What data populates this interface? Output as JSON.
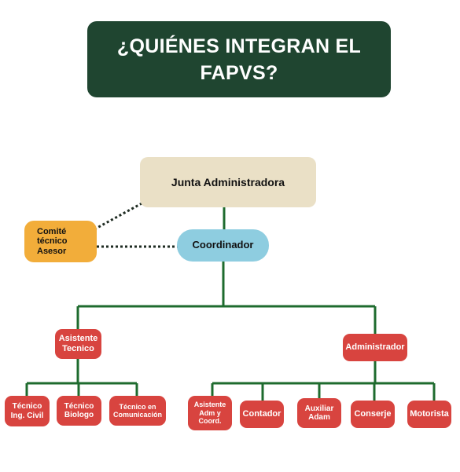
{
  "title": "¿QUIÉNES INTEGRAN EL\nFAPVS?",
  "colors": {
    "title_bg": "#1f4530",
    "line": "#1e6b2e",
    "junta_bg": "#eae0c6",
    "coordinador_bg": "#8ecde0",
    "comite_bg": "#f2ad3a",
    "leaf_bg": "#d8443f"
  },
  "nodes": {
    "junta": "Junta Administradora",
    "coordinador": "Coordinador",
    "comite": "Comité\ntécnico\nAsesor",
    "asistente_tecnico": "Asistente\nTecnico",
    "administrador": "Administrador",
    "tecnico_civil": "Técnico\nIng. Civil",
    "tecnico_biologo": "Técnico\nBiologo",
    "tecnico_comunicacion": "Técnico en\nComunicación",
    "asistente_adm": "Asistente\nAdm y\nCoord.",
    "contador": "Contador",
    "auxiliar": "Auxiliar\nAdam",
    "conserje": "Conserje",
    "motorista": "Motorista"
  }
}
